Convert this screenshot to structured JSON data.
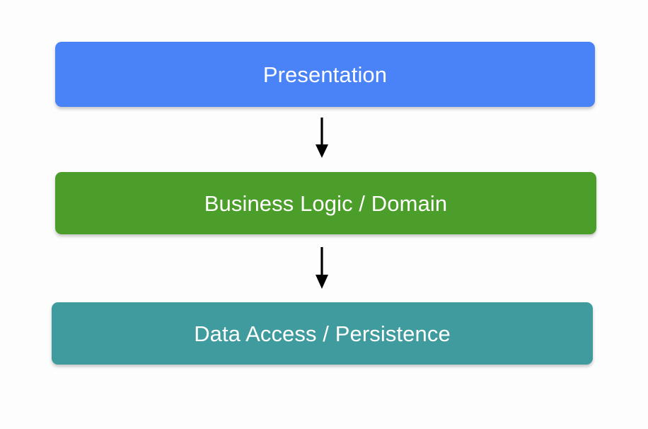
{
  "diagram": {
    "type": "layered-architecture",
    "background_color": "#fdfdfd",
    "layers": [
      {
        "id": "presentation",
        "label": "Presentation",
        "fill_color": "#4a82f7",
        "text_color": "#ffffff",
        "order": 1
      },
      {
        "id": "business-logic",
        "label": "Business Logic / Domain",
        "fill_color": "#4c9e2a",
        "text_color": "#ffffff",
        "order": 2
      },
      {
        "id": "data-access",
        "label": "Data Access / Persistence",
        "fill_color": "#3f9b9e",
        "text_color": "#ffffff",
        "order": 3
      }
    ],
    "connectors": [
      {
        "id": "presentation-to-business",
        "from": "presentation",
        "to": "business-logic",
        "direction": "down",
        "color": "#000000",
        "arrowhead": "filled-triangle"
      },
      {
        "id": "business-to-data",
        "from": "business-logic",
        "to": "data-access",
        "direction": "down",
        "color": "#000000",
        "arrowhead": "filled-triangle"
      }
    ]
  }
}
